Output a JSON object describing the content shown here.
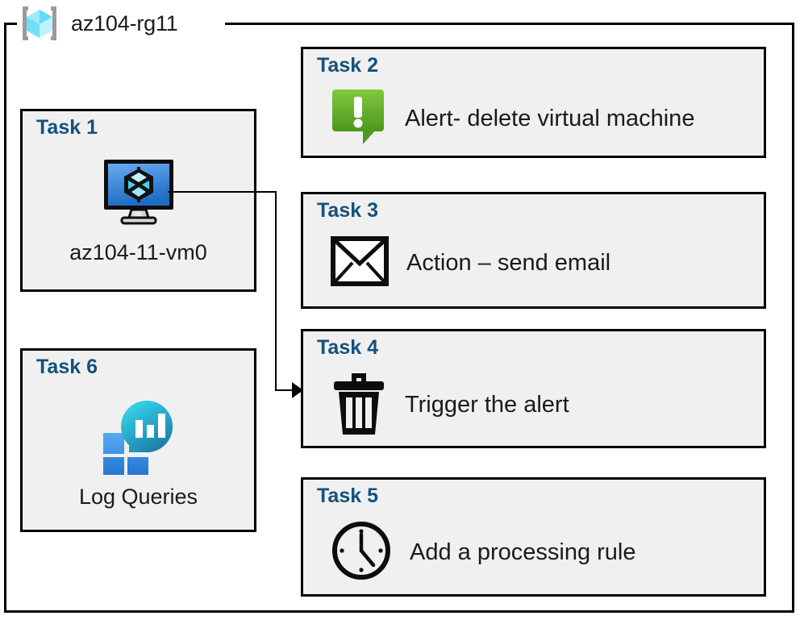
{
  "resource_group": {
    "icon": "azure-resource-group-icon",
    "label": "az104-rg11"
  },
  "tasks": [
    {
      "id": "task1",
      "title": "Task 1",
      "label": "az104-11-vm0",
      "icon": "virtual-machine-icon",
      "layout": "left-column"
    },
    {
      "id": "task2",
      "title": "Task 2",
      "label": "Alert- delete virtual machine",
      "icon": "alert-bubble-icon",
      "layout": "row"
    },
    {
      "id": "task3",
      "title": "Task 3",
      "label": "Action – send email",
      "icon": "envelope-icon",
      "layout": "row"
    },
    {
      "id": "task4",
      "title": "Task 4",
      "label": "Trigger the alert",
      "icon": "trash-bin-icon",
      "layout": "row"
    },
    {
      "id": "task5",
      "title": "Task 5",
      "label": "Add a processing rule",
      "icon": "clock-icon",
      "layout": "row"
    },
    {
      "id": "task6",
      "title": "Task 6",
      "label": "Log Queries",
      "icon": "log-analytics-icon",
      "layout": "left-column"
    }
  ],
  "connector": {
    "from": "task1-virtual-machine-icon",
    "to": "task4-card",
    "arrow": "arrowhead-right"
  },
  "colors": {
    "task_title": "#14517d",
    "card_fill": "#f0f0f0",
    "card_border": "#000000",
    "alert_green_light": "#7ec544",
    "alert_green_dark": "#4d9a1f",
    "vm_blue_light": "#5b9fe8",
    "vm_blue_dark": "#1f6fc4",
    "log_square_light": "#4da3f0",
    "log_square_dark": "#2a7fd4",
    "log_circle_light": "#32d4e8",
    "log_circle_dark": "#1d7fa8",
    "rg_cube_light": "#9fe9fb",
    "rg_cube_mid": "#4fd8f5",
    "rg_bracket": "#9b9b9b"
  }
}
